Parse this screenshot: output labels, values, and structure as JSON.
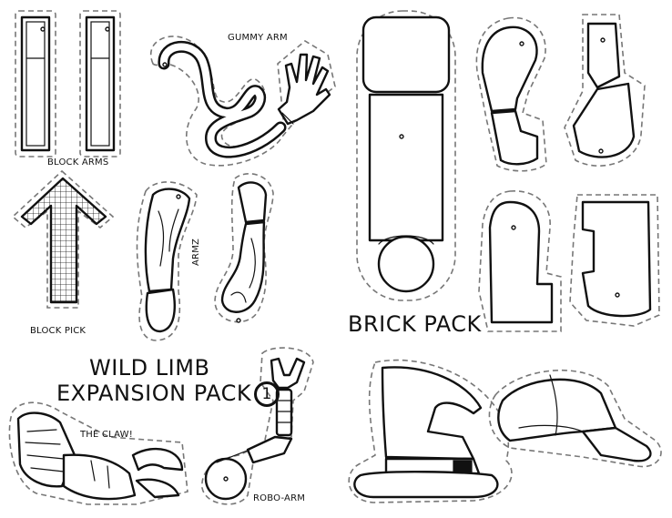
{
  "labels": {
    "block_arms": "BLOCK ARMS",
    "gummy_arm": "GUMMY ARM",
    "block_pick": "BLOCK PICK",
    "armz": "ARMZ",
    "brick_pack": "BRICK PACK",
    "wild_limb_line1": "WILD LIMB",
    "wild_limb_line2": "EXPANSION PACK",
    "pack_number": "1",
    "the_claw": "THE CLAW!",
    "robo_arm": "ROBO-ARM"
  }
}
